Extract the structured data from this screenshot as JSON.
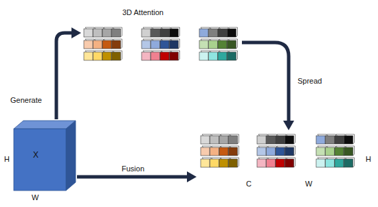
{
  "diagram": {
    "nodes": [
      {
        "text": [
          "X"
        ]
      },
      {
        "text": [
          "3D Attention"
        ]
      },
      {
        "text": [
          "C",
          "W",
          "H"
        ]
      }
    ],
    "edges": [
      {
        "from": 0,
        "to": 1,
        "arrow": "to",
        "label": "Generate"
      },
      {
        "from": 1,
        "to": 2,
        "arrow": "to",
        "label": "Spread"
      },
      {
        "from": 0,
        "to": 2,
        "arrow": "to",
        "label": "Fusion"
      }
    ],
    "labels": [
      "H",
      "W"
    ]
  }
}
